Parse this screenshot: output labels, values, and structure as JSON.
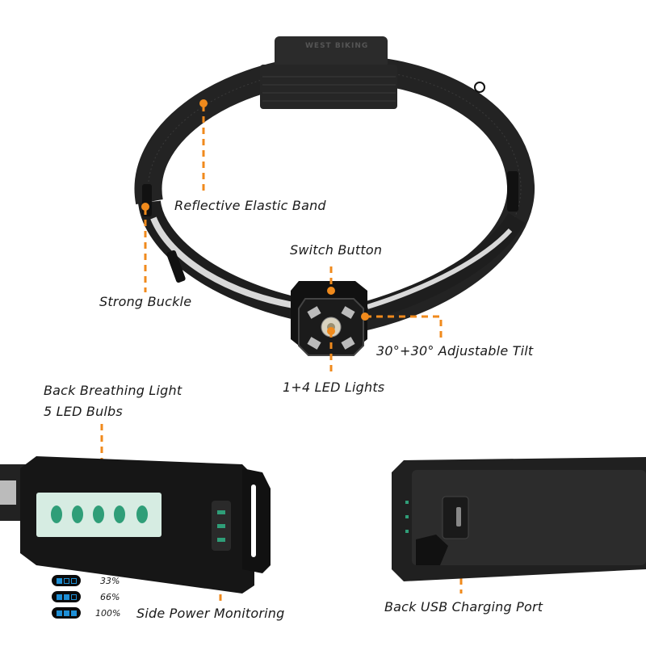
{
  "brand": {
    "logo_text": "WEST BIKING"
  },
  "colors": {
    "accent": "#f08a1c",
    "band": "#1f1f1f",
    "reflective": "#d9d9d9",
    "led_green": "#2f9e78",
    "battery_blue": "#1e8fd6"
  },
  "callouts": {
    "reflective_band": "Reflective Elastic Band",
    "strong_buckle": "Strong Buckle",
    "switch_button": "Switch Button",
    "adjustable_tilt": "30°+30° Adjustable Tilt",
    "led_lights": "1+4 LED Lights",
    "back_breathing_line1": "Back Breathing Light",
    "back_breathing_line2": "5 LED Bulbs",
    "side_power": "Side Power Monitoring",
    "usb_port": "Back USB Charging Port"
  },
  "battery_levels": [
    {
      "percent": "33%",
      "cells_on": 1
    },
    {
      "percent": "66%",
      "cells_on": 2
    },
    {
      "percent": "100%",
      "cells_on": 3
    }
  ]
}
